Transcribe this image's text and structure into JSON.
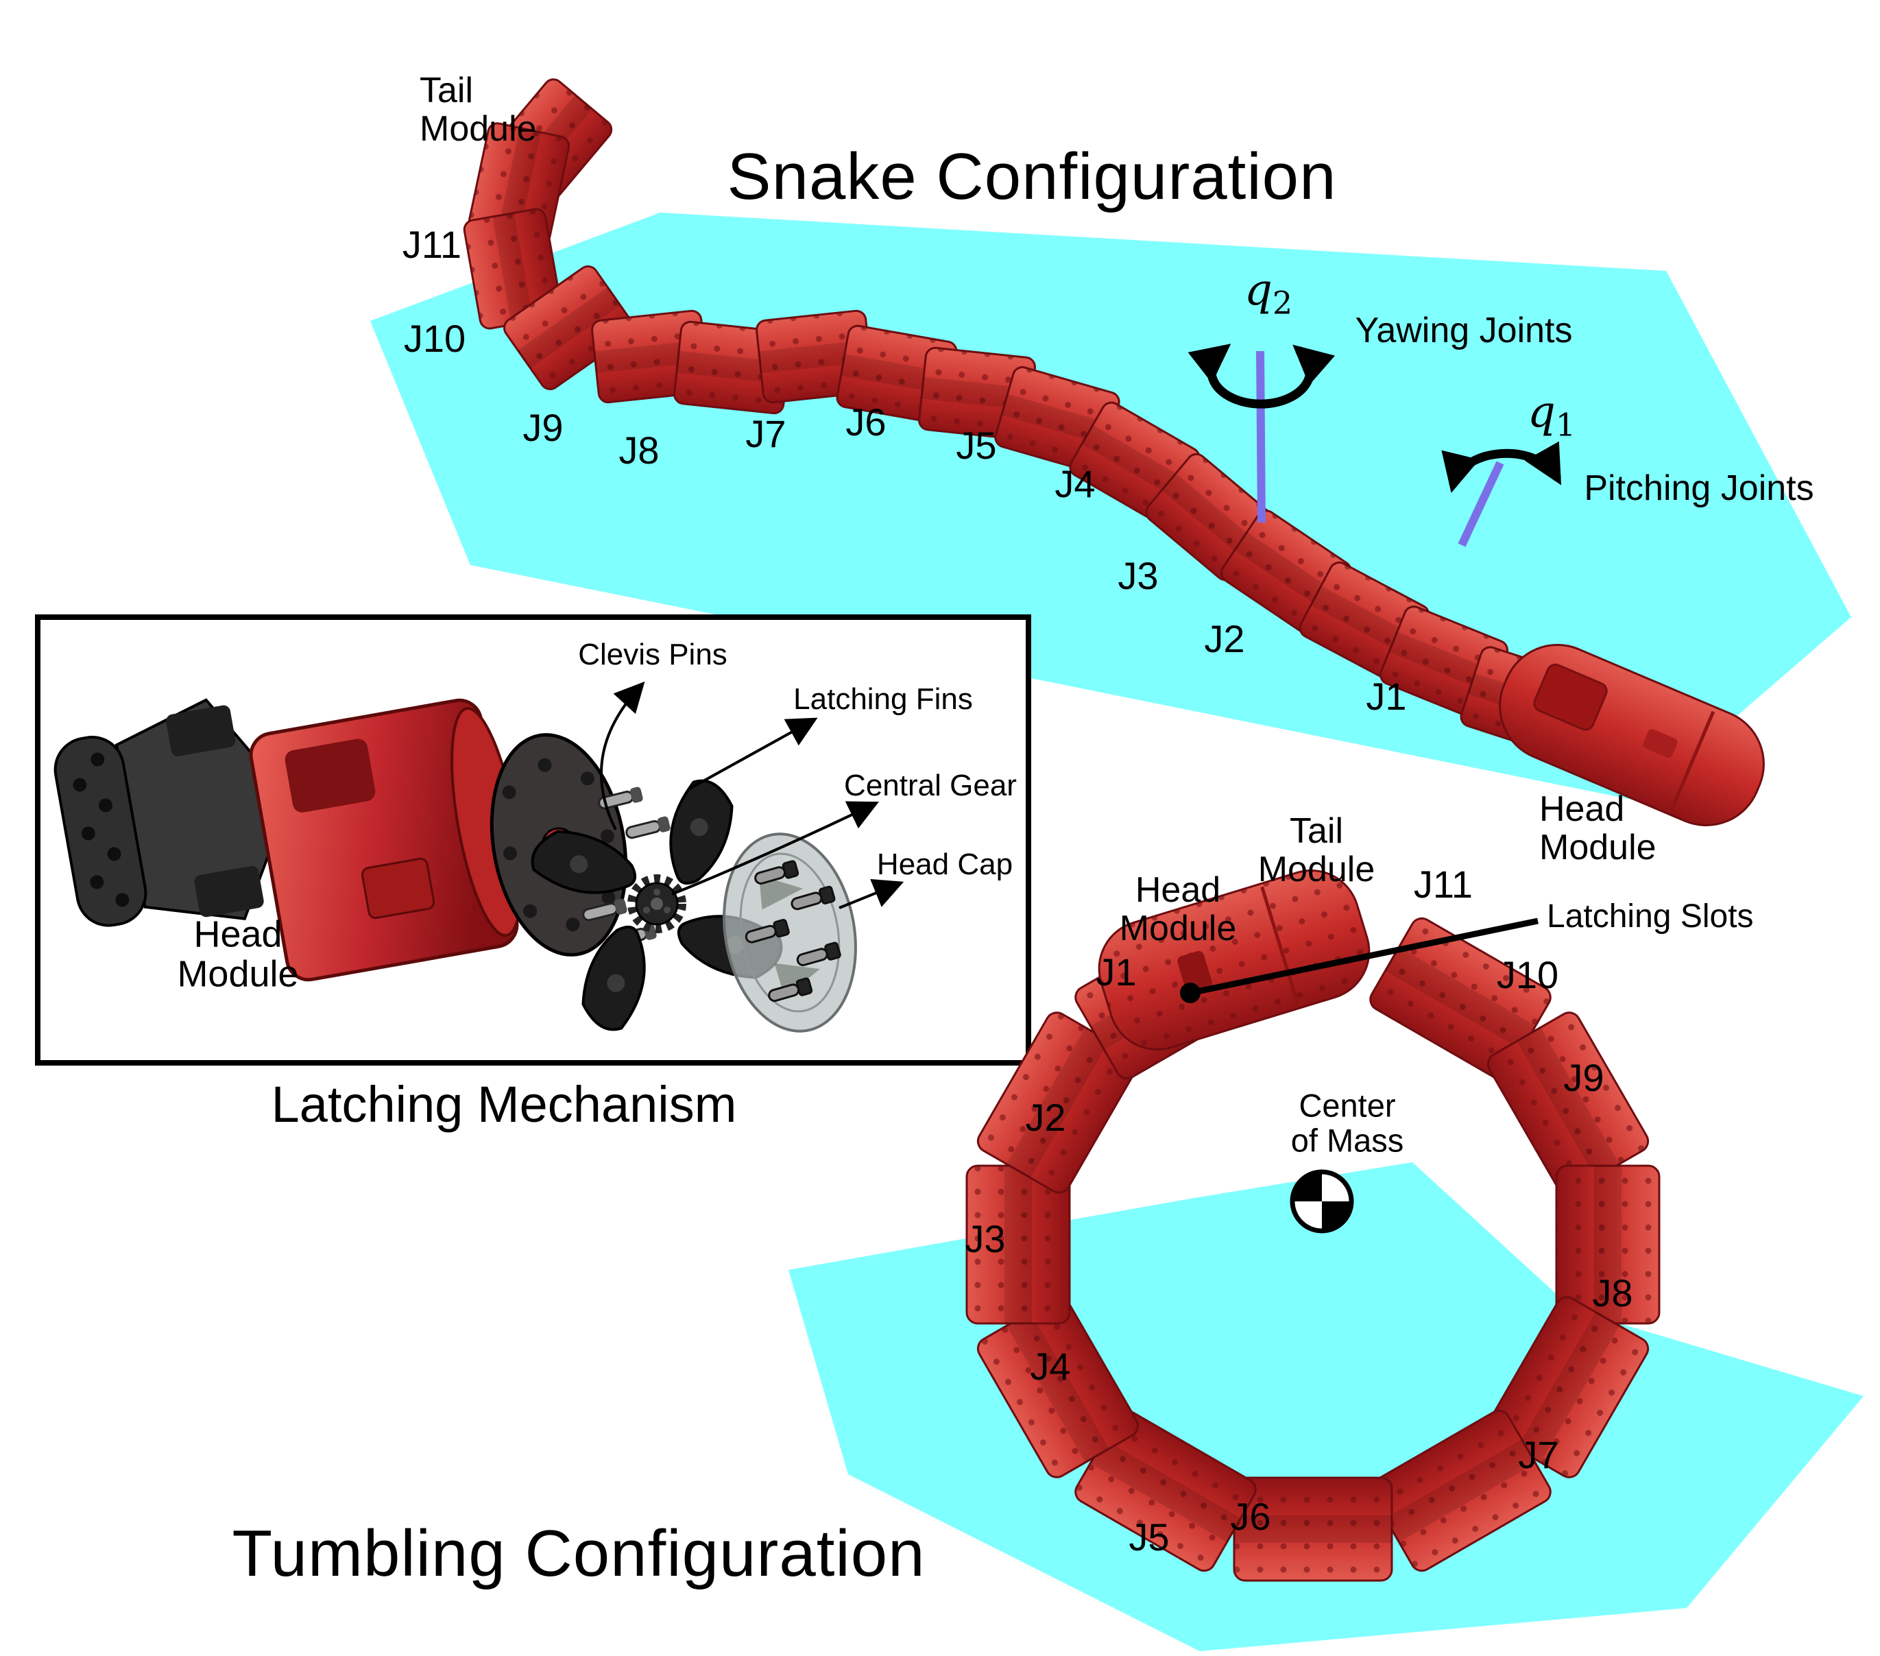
{
  "colors": {
    "ground_plane_cyan": "#80ffff",
    "robot_red": "#c62b28",
    "robot_red_light": "#e25a50",
    "robot_red_dark": "#8f1315",
    "joint_axis_blue": "#7b6fe8",
    "mechanism_dark_gray": "#2f2f2f",
    "head_cap_gray": "#b9bfbf",
    "annotation_black": "#000000"
  },
  "snake_configuration": {
    "title": "Snake Configuration",
    "tail_module_label": {
      "line1": "Tail",
      "line2": "Module"
    },
    "head_module_label": {
      "line1": "Head",
      "line2": "Module"
    },
    "joint_labels": [
      "J1",
      "J2",
      "J3",
      "J4",
      "J5",
      "J6",
      "J7",
      "J8",
      "J9",
      "J10",
      "J11"
    ],
    "yawing": {
      "symbol": "q",
      "subscript": "2",
      "label": "Yawing Joints"
    },
    "pitching": {
      "symbol": "q",
      "subscript": "1",
      "label": "Pitching Joints"
    }
  },
  "latching_mechanism": {
    "caption": "Latching Mechanism",
    "part_labels": {
      "clevis_pins": "Clevis Pins",
      "latching_fins": "Latching Fins",
      "central_gear": "Central Gear",
      "head_cap": "Head Cap"
    },
    "head_module_label": {
      "line1": "Head",
      "line2": "Module"
    }
  },
  "tumbling_configuration": {
    "title": "Tumbling Configuration",
    "tail_module_label": {
      "line1": "Tail",
      "line2": "Module"
    },
    "head_module_label": {
      "line1": "Head",
      "line2": "Module"
    },
    "latching_slots_label": "Latching Slots",
    "center_of_mass_label": {
      "line1": "Center",
      "line2": "of Mass"
    },
    "joint_labels": [
      "J1",
      "J2",
      "J3",
      "J4",
      "J5",
      "J6",
      "J7",
      "J8",
      "J9",
      "J10",
      "J11"
    ]
  }
}
